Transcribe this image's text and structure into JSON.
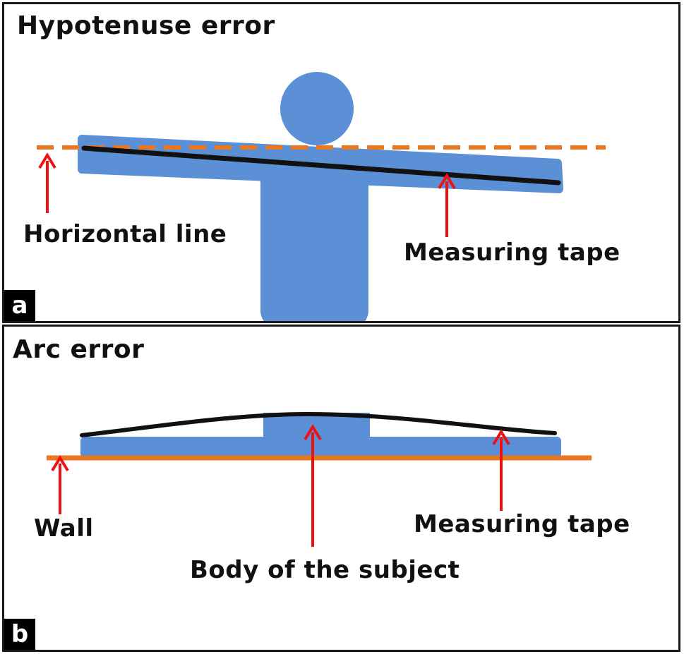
{
  "panel_a": {
    "title": "Hypotenuse error",
    "tag": "a",
    "labels": {
      "horizontal_line": "Horizontal line",
      "measuring_tape": "Measuring tape"
    }
  },
  "panel_b": {
    "title": "Arc error",
    "tag": "b",
    "labels": {
      "wall": "Wall",
      "measuring_tape": "Measuring tape",
      "body": "Body of the subject"
    }
  },
  "colors": {
    "body": "#5b8fd6",
    "reference_line": "#e87722",
    "arrow": "#ee1111",
    "tape": "#111111"
  }
}
